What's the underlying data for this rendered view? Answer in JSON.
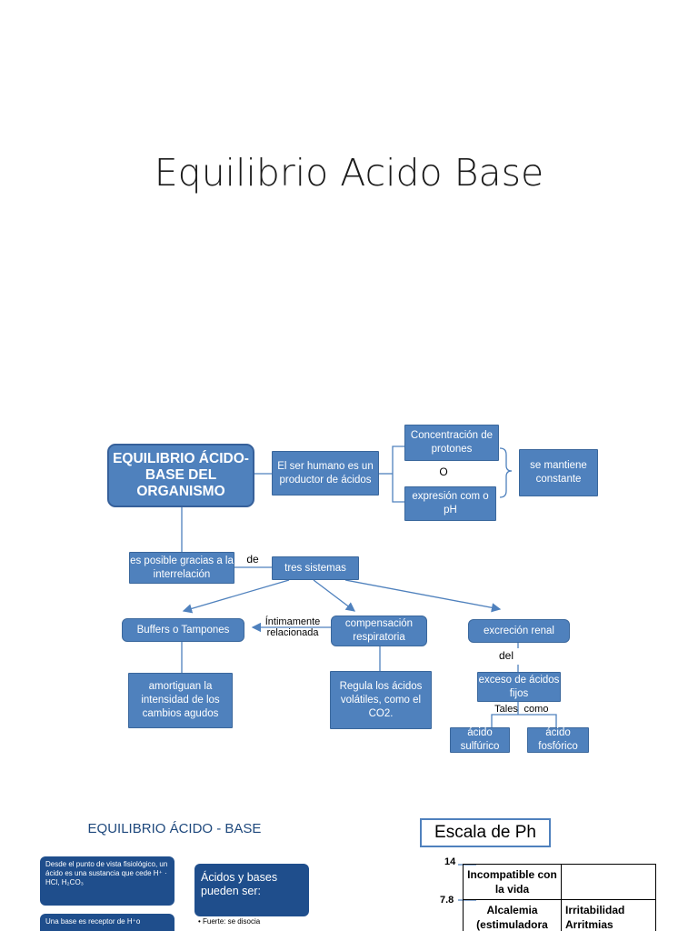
{
  "title": "Equilibrio Acido Base",
  "concept_map": {
    "main": "EQUILIBRIO ÁCIDO-BASE DEL ORGANISMO",
    "productor": "El ser humano es un productor de ácidos",
    "concentracion": "Concentración de protones",
    "o": "O",
    "expresion": "expresión com o pH",
    "mantiene": "se mantiene constante",
    "posible": "es posible gracias a la interrelación",
    "de": "de",
    "tres": "tres sistemas",
    "buffers": "Buffers o Tampones",
    "intimamente": "Íntimamente relacionada",
    "compensacion": "compensación respiratoria",
    "excrecion": "excreción renal",
    "amortiguan": "amortiguan la intensidad de los cambios agudos",
    "regula": "Regula los ácidos volátiles, como el CO2.",
    "del": "del",
    "exceso": "exceso de ácidos fijos",
    "tales": "Tales",
    "como": "como",
    "sulfurico": "ácido sulfúrico",
    "fosforico": "ácido fosfórico"
  },
  "thumb": {
    "title": "EQUILIBRIO ÁCIDO - BASE",
    "card1": "Desde el punto de vista fisiológico, un ácido es una sustancia que cede H⁺ · HCl, H₂CO₃",
    "card2": "Una base es receptor de H⁺o",
    "card3": "Ácidos y bases pueden ser:",
    "bullet": "• Fuerte: se disocia"
  },
  "ph": {
    "title": "Escala de Ph",
    "n14": "14",
    "n78": "7.8",
    "r1c1": "Incompatible con la vida",
    "r1c2": "",
    "r2c1": "Alcalemia (estimuladora",
    "r2c2": "Irritabilidad Arritmias"
  },
  "colors": {
    "node": "#4f81bd",
    "thumb_card": "#1f4e8c",
    "thumb_title": "#1f497d"
  }
}
